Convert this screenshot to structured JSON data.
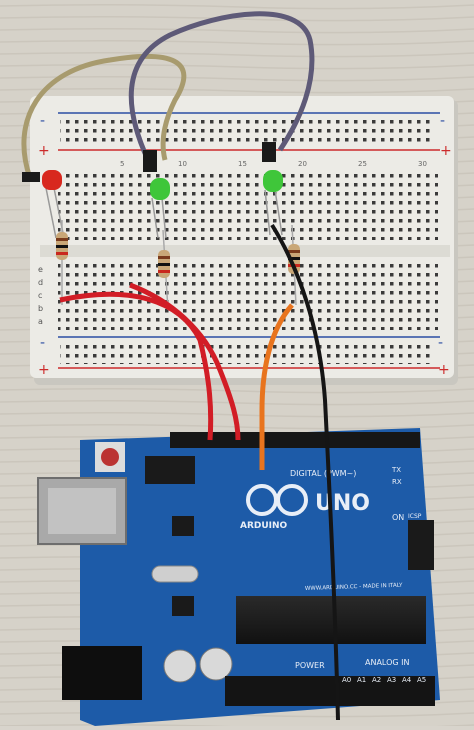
{
  "board": {
    "logo_text": "UNO",
    "brand_text": "ARDUINO",
    "digital_label": "DIGITAL (PWM~)",
    "power_label": "POWER",
    "analog_label": "ANALOG IN",
    "url_text": "WWW.ARDUINO.CC - MADE IN ITALY",
    "on_label": "ON",
    "icsp_label": "ICSP",
    "tx_label": "TX",
    "rx_label": "RX",
    "analog_pins": [
      "A0",
      "A1",
      "A2",
      "A3",
      "A4",
      "A5"
    ]
  },
  "breadboard": {
    "plus": "+",
    "minus": "-",
    "column_numbers": [
      "5",
      "10",
      "15",
      "20",
      "25",
      "30"
    ],
    "row_letters": [
      "a",
      "b",
      "c",
      "d",
      "e"
    ]
  },
  "colors": {
    "wall": "#d8d4cc",
    "breadboard": "#ecebe6",
    "board_blue": "#1d5ba8",
    "wire_red": "#d21d26",
    "wire_orange": "#e8741e",
    "wire_black": "#151515",
    "wire_purple": "#5e5a78",
    "wire_khaki": "#a89b6e",
    "led_red": "#d8281e",
    "led_green": "#3fc63a"
  },
  "components": {
    "leds": [
      {
        "name": "red-led",
        "color": "red"
      },
      {
        "name": "green-led-1",
        "color": "green"
      },
      {
        "name": "green-led-2",
        "color": "green"
      }
    ],
    "resistors": 3
  }
}
